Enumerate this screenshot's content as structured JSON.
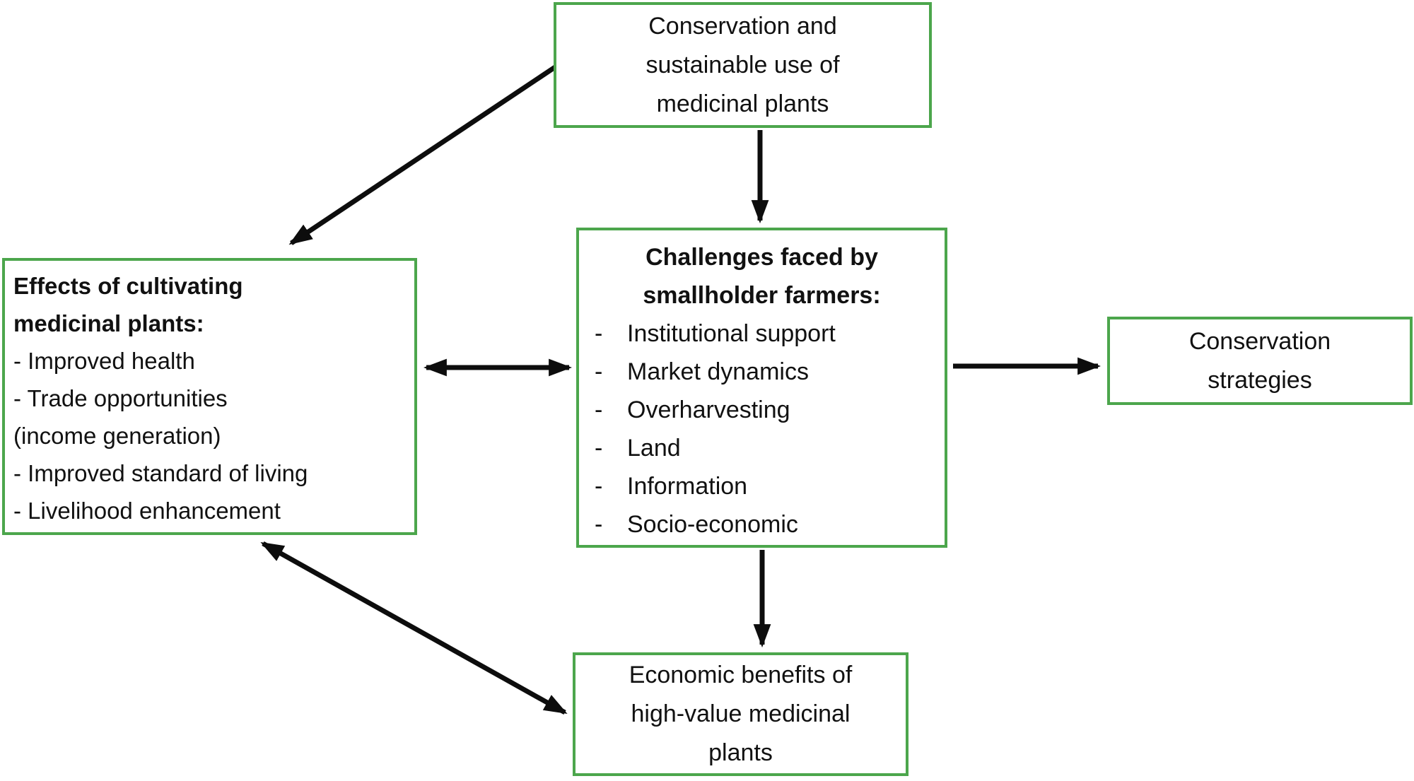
{
  "colors": {
    "box-border": "#4CA64C",
    "arrow": "#0d0d0d",
    "text": "#111111",
    "background": "#ffffff"
  },
  "boxes": {
    "conservation_use": {
      "lines": [
        "Conservation and",
        "sustainable use of",
        "medicinal plants"
      ]
    },
    "effects": {
      "title_lines": [
        "Effects of cultivating",
        "medicinal plants:"
      ],
      "items": [
        "- Improved health",
        "- Trade opportunities",
        "(income generation)",
        "- Improved standard of living",
        "- Livelihood enhancement"
      ]
    },
    "challenges": {
      "title_lines": [
        "Challenges faced by",
        "smallholder farmers:"
      ],
      "bullet": "-",
      "items": [
        "Institutional support",
        "Market dynamics",
        "Overharvesting",
        "Land",
        "Information",
        "Socio-economic"
      ]
    },
    "strategies": {
      "lines": [
        "Conservation",
        "strategies"
      ]
    },
    "economic": {
      "lines": [
        "Economic benefits of",
        "high-value medicinal",
        "plants"
      ]
    }
  }
}
